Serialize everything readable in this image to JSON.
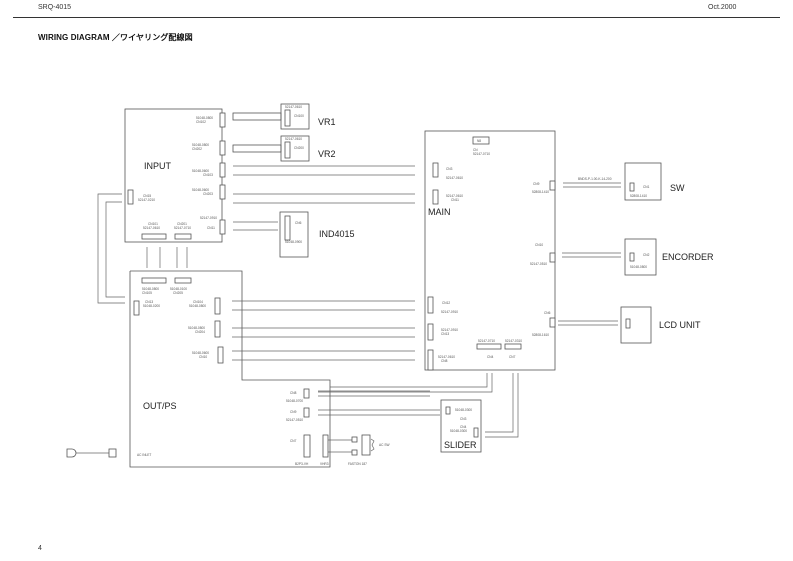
{
  "header": {
    "model": "SRQ-4015",
    "date": "Oct.2000",
    "title": "WIRING DIAGRAM ／ワイヤリング配線図",
    "page_number": "4"
  },
  "boards": {
    "input": {
      "name": "INPUT",
      "connectors": {
        "cn102": [
          "51048-0800",
          "CN102"
        ],
        "cn202": [
          "51048-0800",
          "CN202"
        ],
        "cn103": [
          "51048-0600",
          "CN103"
        ],
        "cn203": [
          "51048-0600",
          "CN203"
        ],
        "cn15": [
          "CN15",
          "52147-0210"
        ],
        "cn101": [
          "CN101",
          "52147-0610"
        ],
        "cn201": [
          "CN201",
          "52147-0710"
        ],
        "cn11": [
          "52147-0910",
          "CN11"
        ]
      }
    },
    "vr1": {
      "name": "VR1",
      "part": "52147-0610",
      "cn": "CN100"
    },
    "vr2": {
      "name": "VR2",
      "part": "52147-0610",
      "cn": "CN200"
    },
    "ind4015": {
      "name": "IND4015",
      "cn": "CN6",
      "part": "51048-0900"
    },
    "out_ps": {
      "name": "OUT/PS",
      "connectors": {
        "cn105": [
          "51048-0800",
          "CN105"
        ],
        "cn205": [
          "51048-0100",
          "CN205"
        ],
        "cn13": [
          "CN13",
          "51048-0200"
        ],
        "cn104": [
          "CN104",
          "51048-0800"
        ],
        "cn204": [
          "51048-0800",
          "CN204"
        ],
        "cn10": [
          "51048-0600",
          "CN10"
        ],
        "cn8": [
          "CN8",
          "51048-0700"
        ],
        "cn9": [
          "CN9",
          "52147-0510"
        ],
        "cn7": [
          "CN7",
          "B2P3-VH"
        ]
      },
      "ac_inlet": "AC INLET",
      "vhr3": "VHR3",
      "faston": "FASTON 187",
      "ac_sw": "AC SW"
    },
    "main": {
      "name": "MAIN",
      "connectors": {
        "n8": [
          "N8",
          "CN",
          "52147-0710"
        ],
        "cn3": [
          "CN3",
          "52147-0610"
        ],
        "cn11": [
          "52147-0610",
          "CN11"
        ],
        "cn9": [
          "CN9",
          "52808-1410"
        ],
        "cn10": [
          "CN10",
          "52147-0510"
        ],
        "cn12": [
          "CN12",
          "52147-0910"
        ],
        "cn13": [
          "52147-0910",
          "CN13"
        ],
        "cn6": [
          "CN6",
          "52808-1610"
        ],
        "cn8": [
          "52147-0610",
          "CN8"
        ],
        "cn4": [
          "52147-0710",
          "CN4"
        ],
        "cn7": [
          "52147-0310",
          "CN7"
        ]
      }
    },
    "sw": {
      "name": "SW",
      "cable": "BNDS-P-1.00-K-14-200",
      "cn": "CN1",
      "part": "52808-1410"
    },
    "encorder": {
      "name": "ENCORDER",
      "cn": "CN2",
      "part": "51048-0800"
    },
    "lcd": {
      "name": "LCD UNIT"
    },
    "slider": {
      "name": "SLIDER",
      "part1": "51048-0300",
      "cn3": "CN3",
      "cn4": "CN4",
      "part2": "51048-0300"
    }
  }
}
